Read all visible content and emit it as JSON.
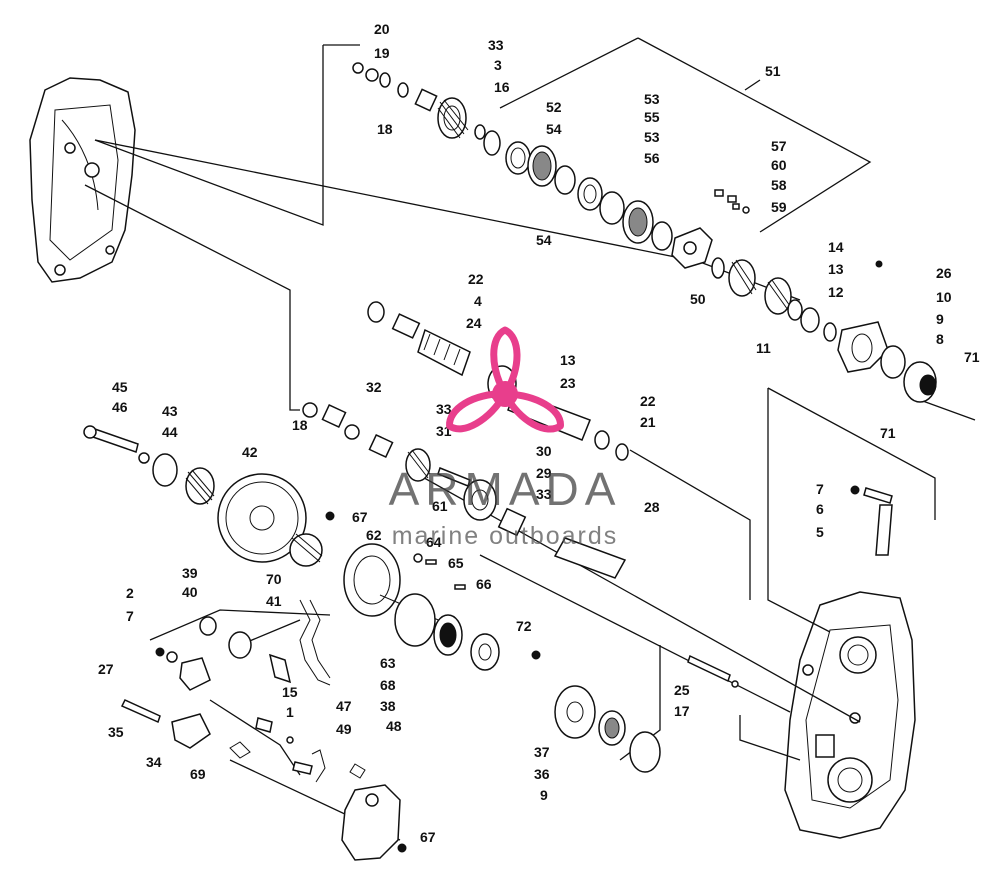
{
  "watermark": {
    "title": "ARMADA",
    "subtitle": "marine outboards",
    "accent_color": "#e83e8c"
  },
  "labels": [
    "20",
    "19",
    "18",
    "33",
    "3",
    "16",
    "52",
    "54",
    "53",
    "55",
    "53",
    "56",
    "51",
    "57",
    "60",
    "58",
    "59",
    "54",
    "14",
    "13",
    "12",
    "10",
    "9",
    "8",
    "71",
    "71",
    "26",
    "50",
    "11",
    "22",
    "4",
    "24",
    "13",
    "23",
    "32",
    "18",
    "33",
    "31",
    "30",
    "29",
    "33",
    "28",
    "22",
    "21",
    "45",
    "46",
    "43",
    "44",
    "42",
    "67",
    "62",
    "61",
    "64",
    "65",
    "66",
    "70",
    "39",
    "40",
    "41",
    "2",
    "7",
    "27",
    "15",
    "63",
    "68",
    "38",
    "72",
    "35",
    "1",
    "47",
    "49",
    "48",
    "34",
    "69",
    "37",
    "36",
    "9",
    "25",
    "17",
    "67",
    "7",
    "6",
    "5"
  ]
}
